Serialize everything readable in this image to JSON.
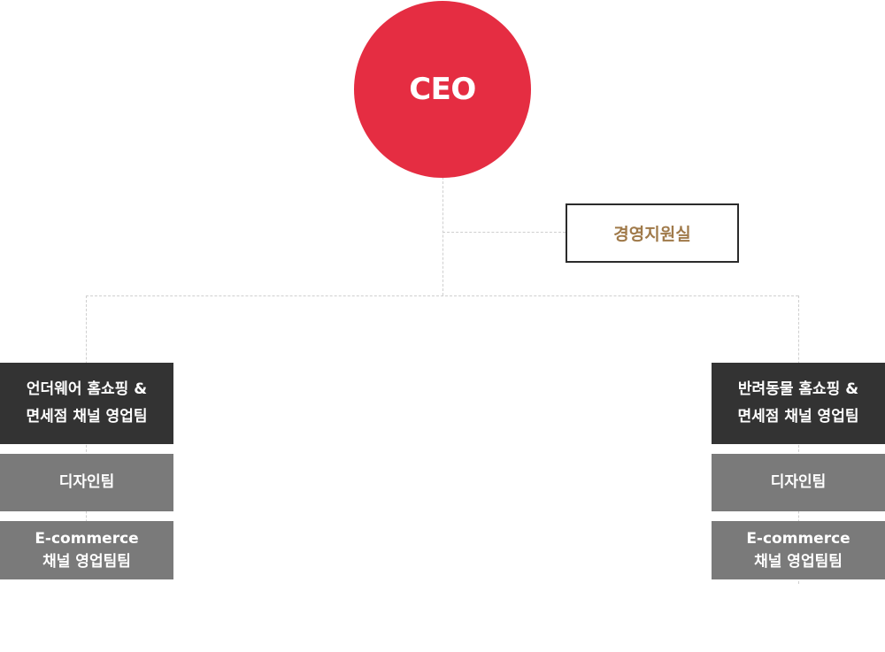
{
  "colors": {
    "ceo": "#e52d42",
    "support_text": "#a07a4a",
    "dark_box": "#333333",
    "gray_box": "#7a7a7a",
    "line": "#cfcfcf"
  },
  "ceo": {
    "label": "CEO"
  },
  "support_office": {
    "label": "경영지원실"
  },
  "left_division": {
    "title_line1": "언더웨어 홈쇼핑 &",
    "title_line2": "면세점 채널 영업팀",
    "design_team": "디자인팀",
    "ecommerce_line1": "E-commerce",
    "ecommerce_line2": "채널 영업팀팀"
  },
  "right_division": {
    "title_line1": "반려동물 홈쇼핑 &",
    "title_line2": "면세점 채널 영업팀",
    "design_team": "디자인팀",
    "ecommerce_line1": "E-commerce",
    "ecommerce_line2": "채널 영업팀팀"
  }
}
